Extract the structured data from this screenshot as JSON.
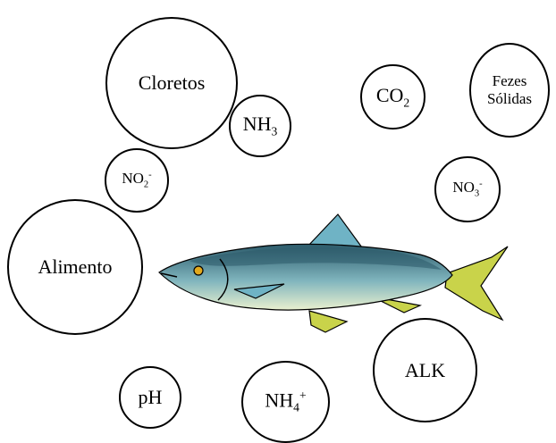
{
  "colors": {
    "fish_back": "#2b5a6a",
    "fish_body": "#7fb4bd",
    "fish_belly": "#e9f0cf",
    "fins_dorsal": "#6fb3c5",
    "fins_yellow": "#c9d34a",
    "eye": "#e3a91d",
    "outline": "#000000"
  },
  "bubbles": {
    "cloretos": {
      "main": "Cloretos"
    },
    "nh3": {
      "main": "NH",
      "sub": "3"
    },
    "co2": {
      "main": "CO",
      "sub": "2"
    },
    "fezes": {
      "line1": "Fezes",
      "line2": "Sólidas"
    },
    "no2": {
      "main": "NO",
      "sub": "2",
      "sup": "-"
    },
    "no3": {
      "main": "NO",
      "sub": "3",
      "sup": "-"
    },
    "alimento": {
      "main": "Alimento"
    },
    "ph": {
      "main": "pH"
    },
    "nh4": {
      "main": "NH",
      "sub": "4",
      "sup": "+"
    },
    "alk": {
      "main": "ALK"
    }
  }
}
